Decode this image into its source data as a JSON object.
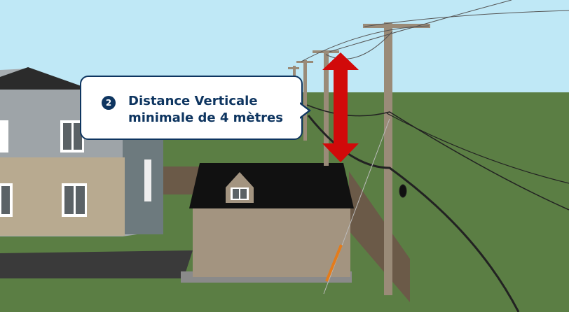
{
  "callout": {
    "number": "2",
    "line1": "Distance Verticale",
    "line2": "minimale de 4 mètres"
  },
  "colors": {
    "sky": "#bfe8f6",
    "grass": "#5b7e44",
    "arrow": "#d10a0a",
    "callout_border": "#0e3560"
  }
}
